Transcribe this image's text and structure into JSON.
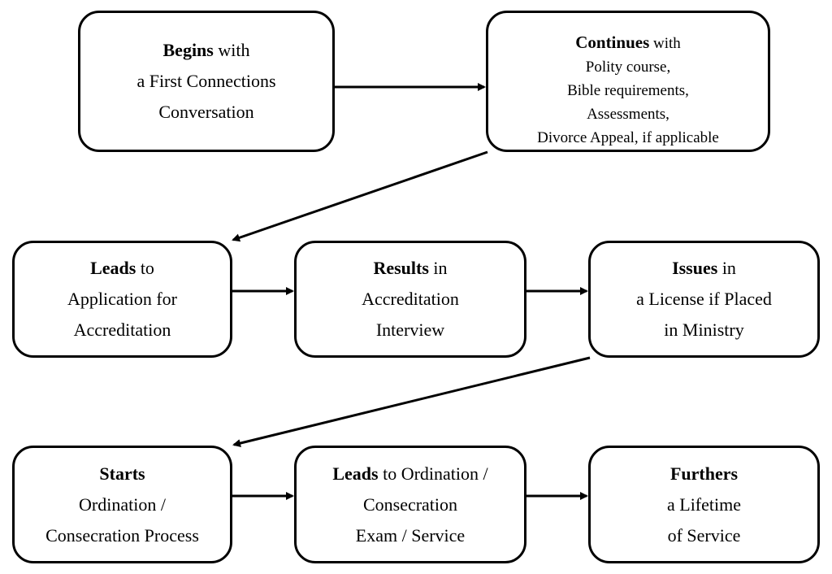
{
  "boxes": {
    "begins": {
      "keyword": "Begins",
      "rest": " with",
      "lines": [
        "a First Connections",
        "Conversation"
      ]
    },
    "continues": {
      "keyword": "Continues",
      "rest": " with",
      "lines": [
        "Polity course,",
        "Bible requirements,",
        "Assessments,",
        "Divorce Appeal, if applicable"
      ]
    },
    "leads": {
      "keyword": "Leads",
      "rest": " to",
      "lines": [
        "Application for",
        "Accreditation"
      ]
    },
    "results": {
      "keyword": "Results",
      "rest": " in",
      "lines": [
        "Accreditation",
        "Interview"
      ]
    },
    "issues": {
      "keyword": "Issues",
      "rest": " in",
      "lines": [
        "a License if Placed",
        "in Ministry"
      ]
    },
    "starts": {
      "keyword": "Starts",
      "rest": "",
      "lines": [
        "Ordination /",
        "Consecration Process"
      ]
    },
    "leads2": {
      "keyword": "Leads",
      "rest": " to Ordination /",
      "lines": [
        "Consecration",
        "Exam / Service"
      ]
    },
    "furthers": {
      "keyword": "Furthers",
      "rest": "",
      "lines": [
        "a Lifetime",
        "of Service"
      ]
    }
  },
  "colors": {
    "stroke": "#000000",
    "background": "#ffffff"
  }
}
